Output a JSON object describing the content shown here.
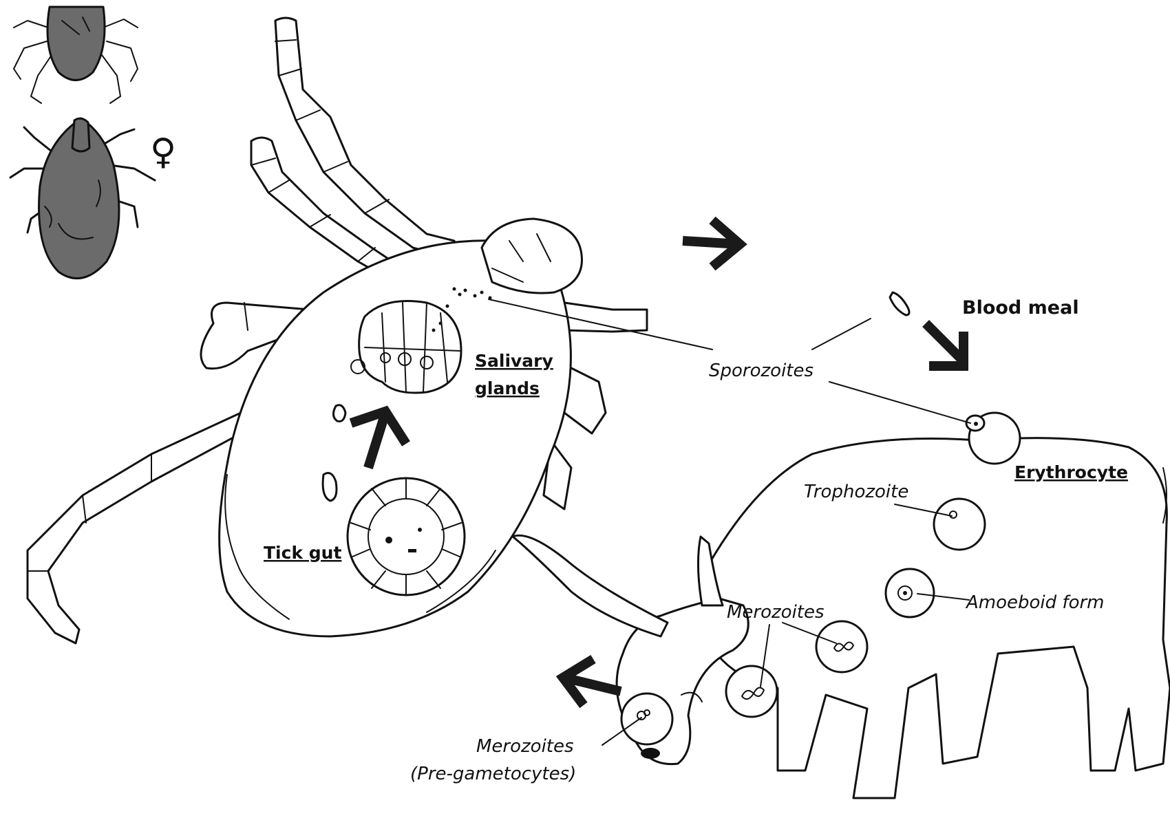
{
  "diagram": {
    "labels": {
      "salivary_line1": "Salivary",
      "salivary_line2": "glands",
      "tick_gut": "Tick gut",
      "sporozoites": "Sporozoites",
      "blood_meal": "Blood meal",
      "erythrocyte": "Erythrocyte",
      "trophozoite": "Trophozoite",
      "amoeboid": "Amoeboid form",
      "merozoites": "Merozoites",
      "merozoites_pre_line1": "Merozoites",
      "merozoites_pre_line2": "(Pre-gametocytes)",
      "female_symbol": "♀"
    },
    "icons": {
      "male_tick": "tick-male-icon",
      "female_tick": "tick-female-icon",
      "engorged_tick": "engorged-tick-icon",
      "cow": "cow-icon"
    }
  }
}
